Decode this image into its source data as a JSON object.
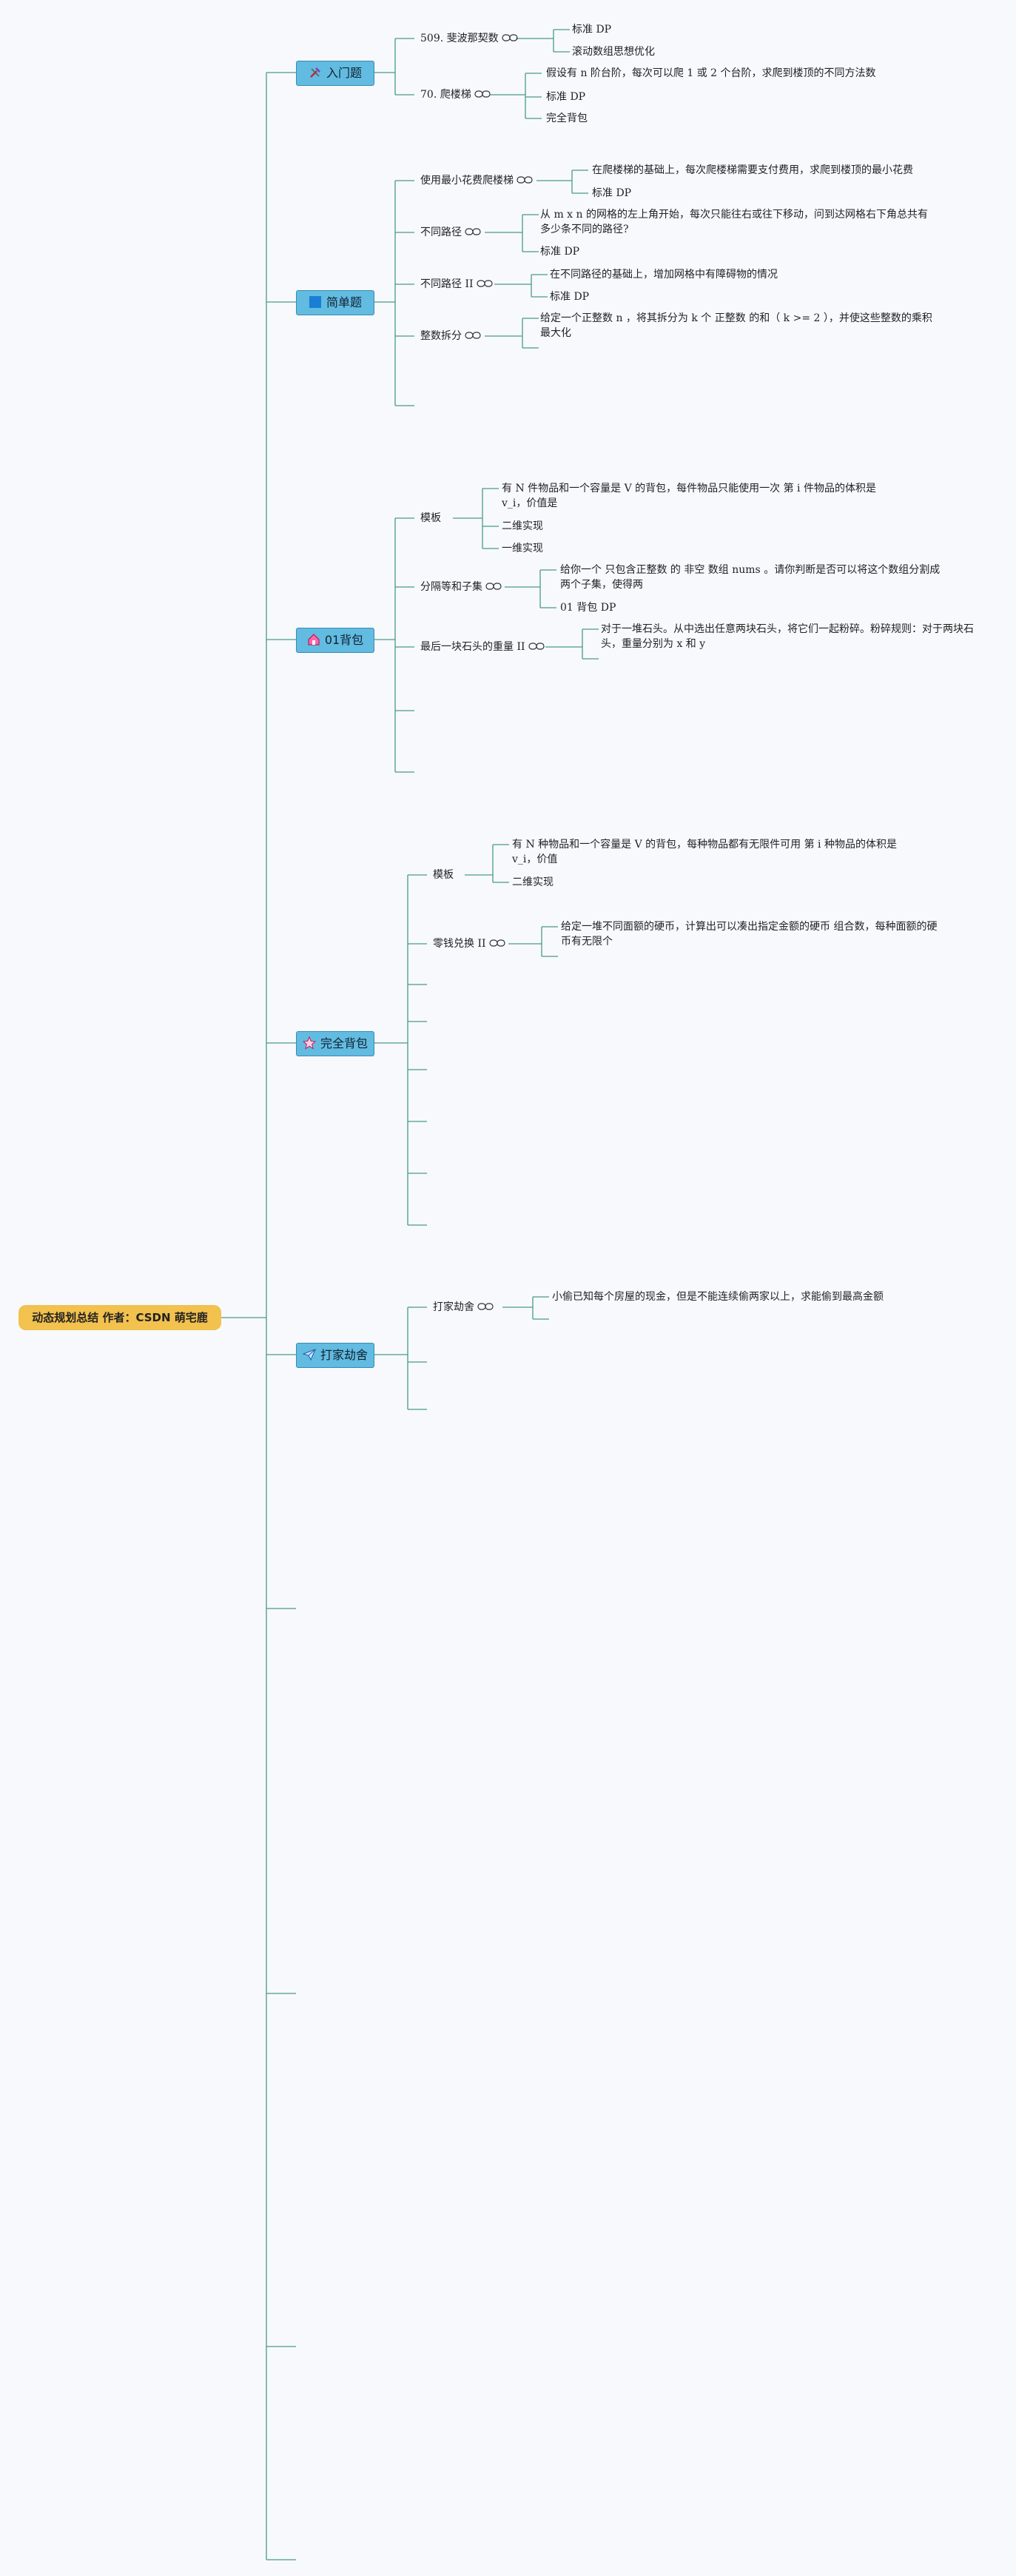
{
  "root": "动态规划总结 作者：CSDN 萌宅鹿",
  "categories": {
    "intro": "入门题",
    "simple": "简单题",
    "knap01": "01背包",
    "full": "完全背包",
    "rob": "打家劫舍"
  },
  "topics": {
    "fib": "509. 斐波那契数",
    "fib_l1": "标准 DP",
    "fib_l2": "滚动数组思想优化",
    "stairs": "70. 爬楼梯",
    "stairs_l1": "假设有 n 阶台阶，每次可以爬 1 或 2 个台阶，求爬到楼顶的不同方法数",
    "stairs_l2": "标准 DP",
    "stairs_l3": "完全背包",
    "cost": "使用最小花费爬楼梯",
    "cost_l1": "在爬楼梯的基础上，每次爬楼梯需要支付费用，求爬到楼顶的最小花费",
    "cost_l2": "标准 DP",
    "paths": "不同路径",
    "paths_l1": "从 m x n 的网格的左上角开始，每次只能往右或往下移动，问到达网格右下角总共有多少条不同的路径?",
    "paths_l2": "标准 DP",
    "paths2": "不同路径 II",
    "paths2_l1": "在不同路径的基础上，增加网格中有障碍物的情况",
    "paths2_l2": "标准 DP",
    "split": "整数拆分",
    "split_l1": "给定一个正整数 n ，将其拆分为 k 个 正整数 的和（ k >= 2 ），并使这些整数的乘积最大化",
    "k01tpl": "模板",
    "k01tpl_l1": "有 N 件物品和一个容量是 V 的背包，每件物品只能使用一次 第 i 件物品的体积是 v_i，价值是",
    "k01tpl_l2": "二维实现",
    "k01tpl_l3": "一维实现",
    "subset": "分隔等和子集",
    "subset_l1": "给你一个 只包含正整数 的 非空 数组 nums 。请你判断是否可以将这个数组分割成两个子集，使得两",
    "subset_l2": "01 背包 DP",
    "stone": "最后一块石头的重量 II",
    "stone_l1": "对于一堆石头。从中选出任意两块石头，将它们一起粉碎。粉碎规则：对于两块石头，重量分别为 x 和 y",
    "fulltpl": "模板",
    "fulltpl_l1": "有 N 种物品和一个容量是 V 的背包，每种物品都有无限件可用 第 i 种物品的体积是 v_i，价值",
    "fulltpl_l2": "二维实现",
    "coin": "零钱兑换 II",
    "coin_l1": "给定一堆不同面额的硬币，计算出可以凑出指定金额的硬币 组合数，每种面额的硬币有无限个",
    "robt": "打家劫舍",
    "robt_l1": "小偷已知每个房屋的现金，但是不能连续偷两家以上，求能偷到最高金额"
  },
  "colors": {
    "line": "#4a9a86",
    "cat_fill": "#62bbe0",
    "root_fill": "#f2c14e"
  },
  "icons": {
    "intro": "tools-icon",
    "simple": "square-icon",
    "knap01": "home-icon",
    "full": "star-icon",
    "rob": "paper-plane-icon",
    "link": "link-icon"
  }
}
